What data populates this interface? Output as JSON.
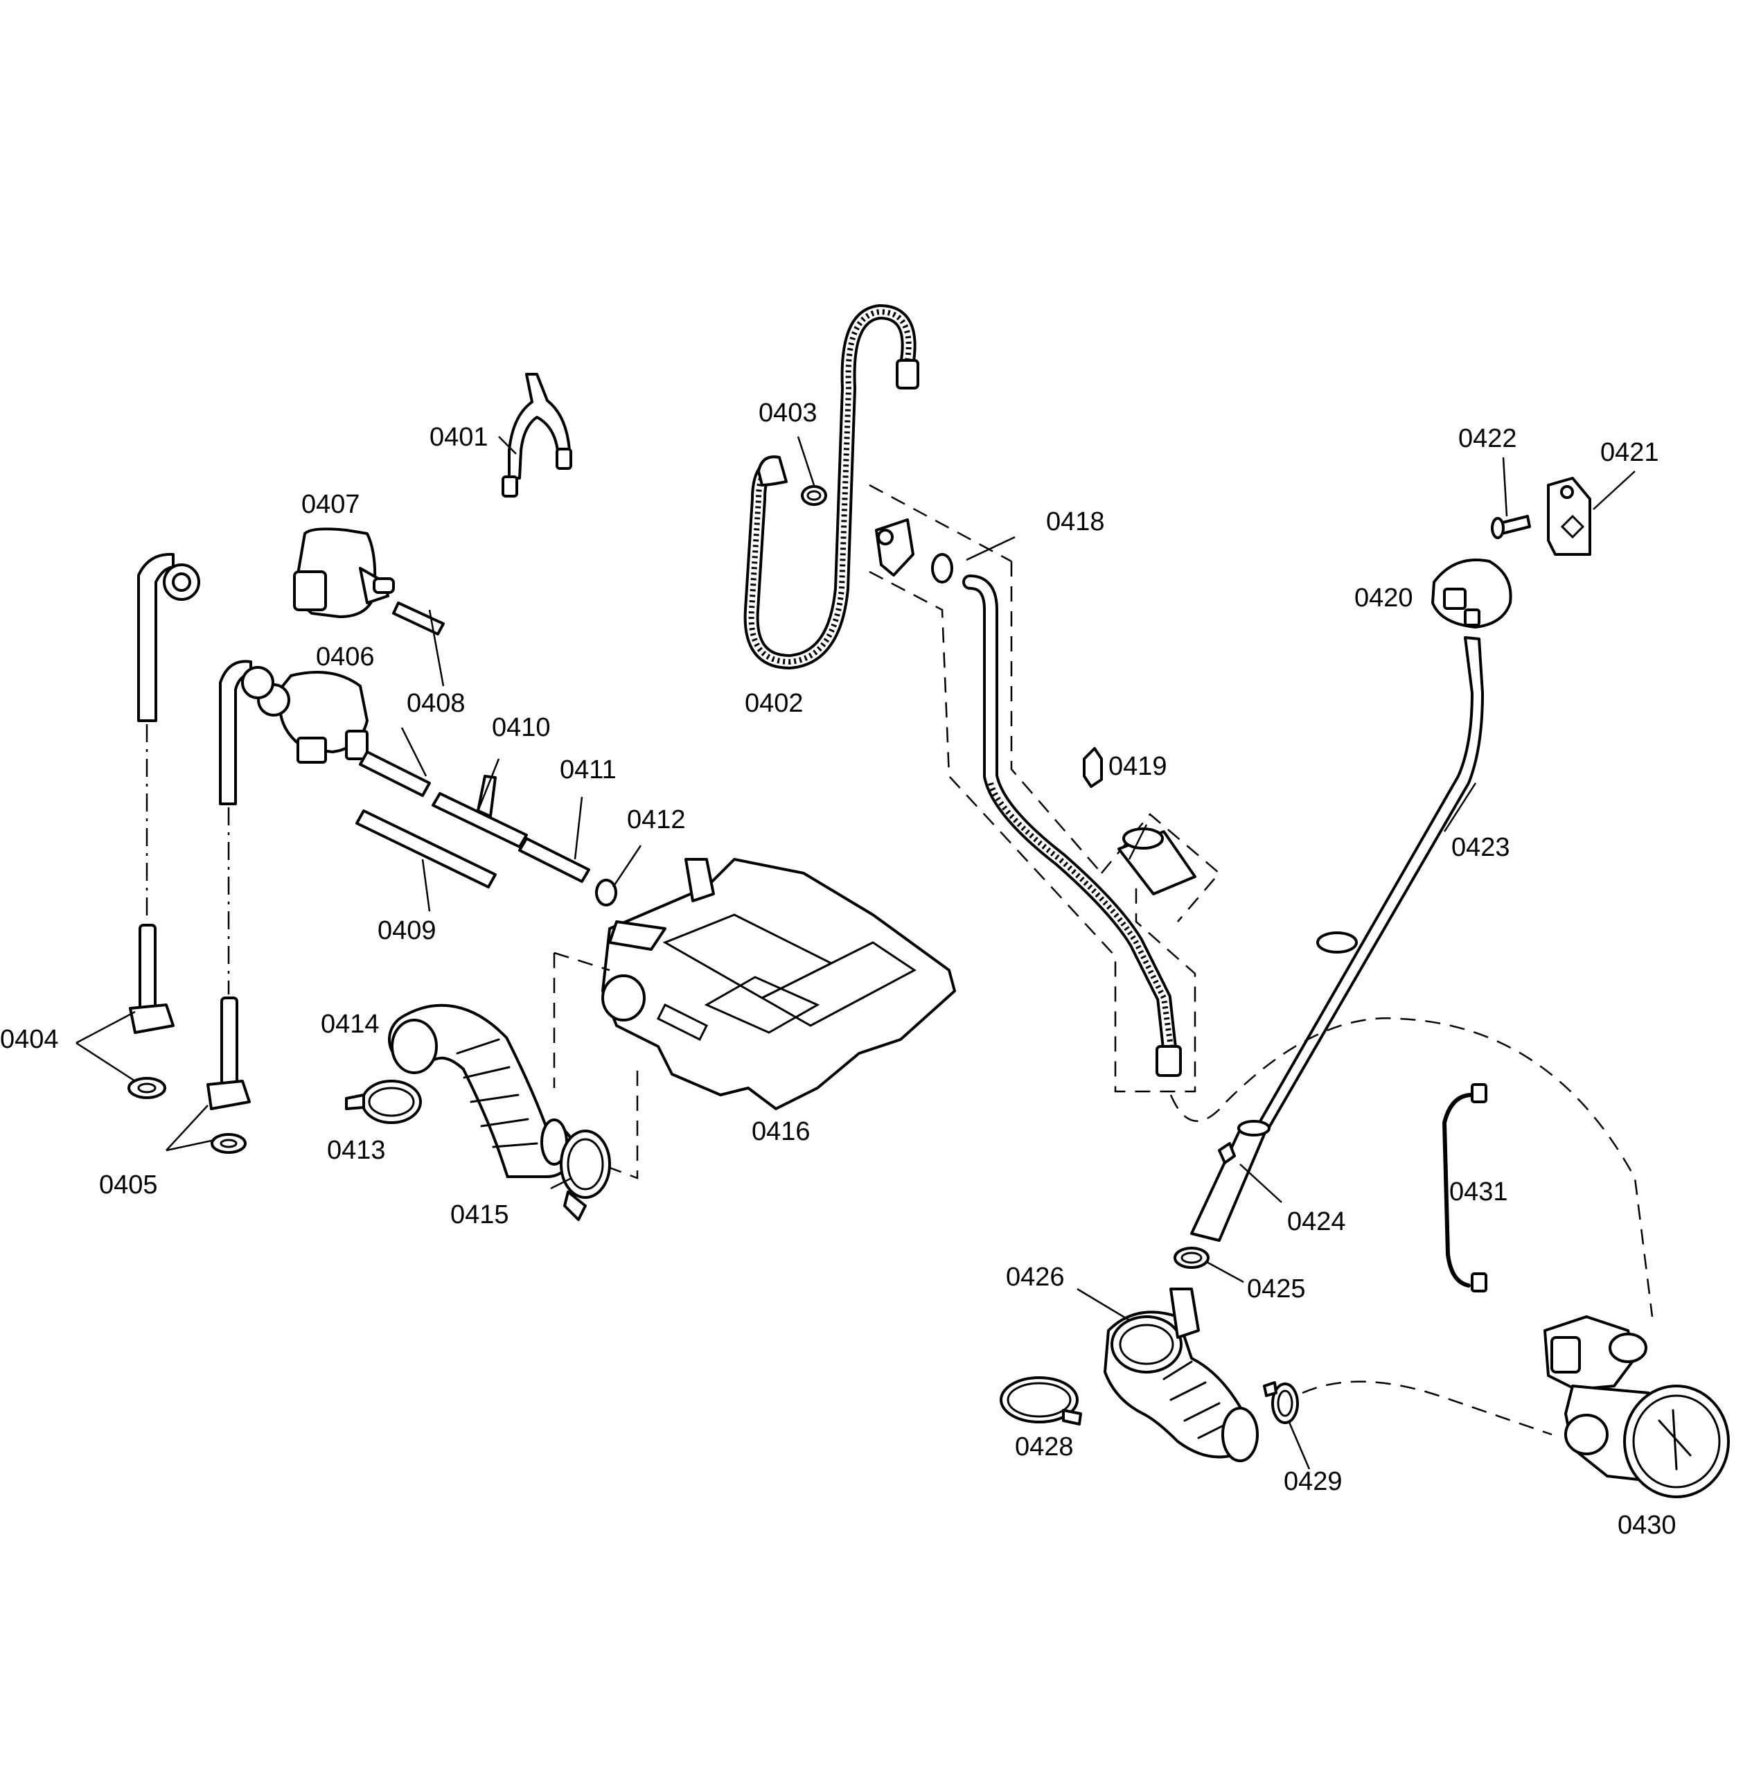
{
  "labels": {
    "p0401": "0401",
    "p0402": "0402",
    "p0403": "0403",
    "p0404": "0404",
    "p0405": "0405",
    "p0406": "0406",
    "p0407": "0407",
    "p0408": "0408",
    "p0409": "0409",
    "p0410": "0410",
    "p0411": "0411",
    "p0412": "0412",
    "p0413": "0413",
    "p0414": "0414",
    "p0415": "0415",
    "p0416": "0416",
    "p0418": "0418",
    "p0419": "0419",
    "p0420": "0420",
    "p0421": "0421",
    "p0422": "0422",
    "p0423": "0423",
    "p0424": "0424",
    "p0425": "0425",
    "p0426": "0426",
    "p0428": "0428",
    "p0429": "0429",
    "p0430": "0430",
    "p0431": "0431"
  }
}
